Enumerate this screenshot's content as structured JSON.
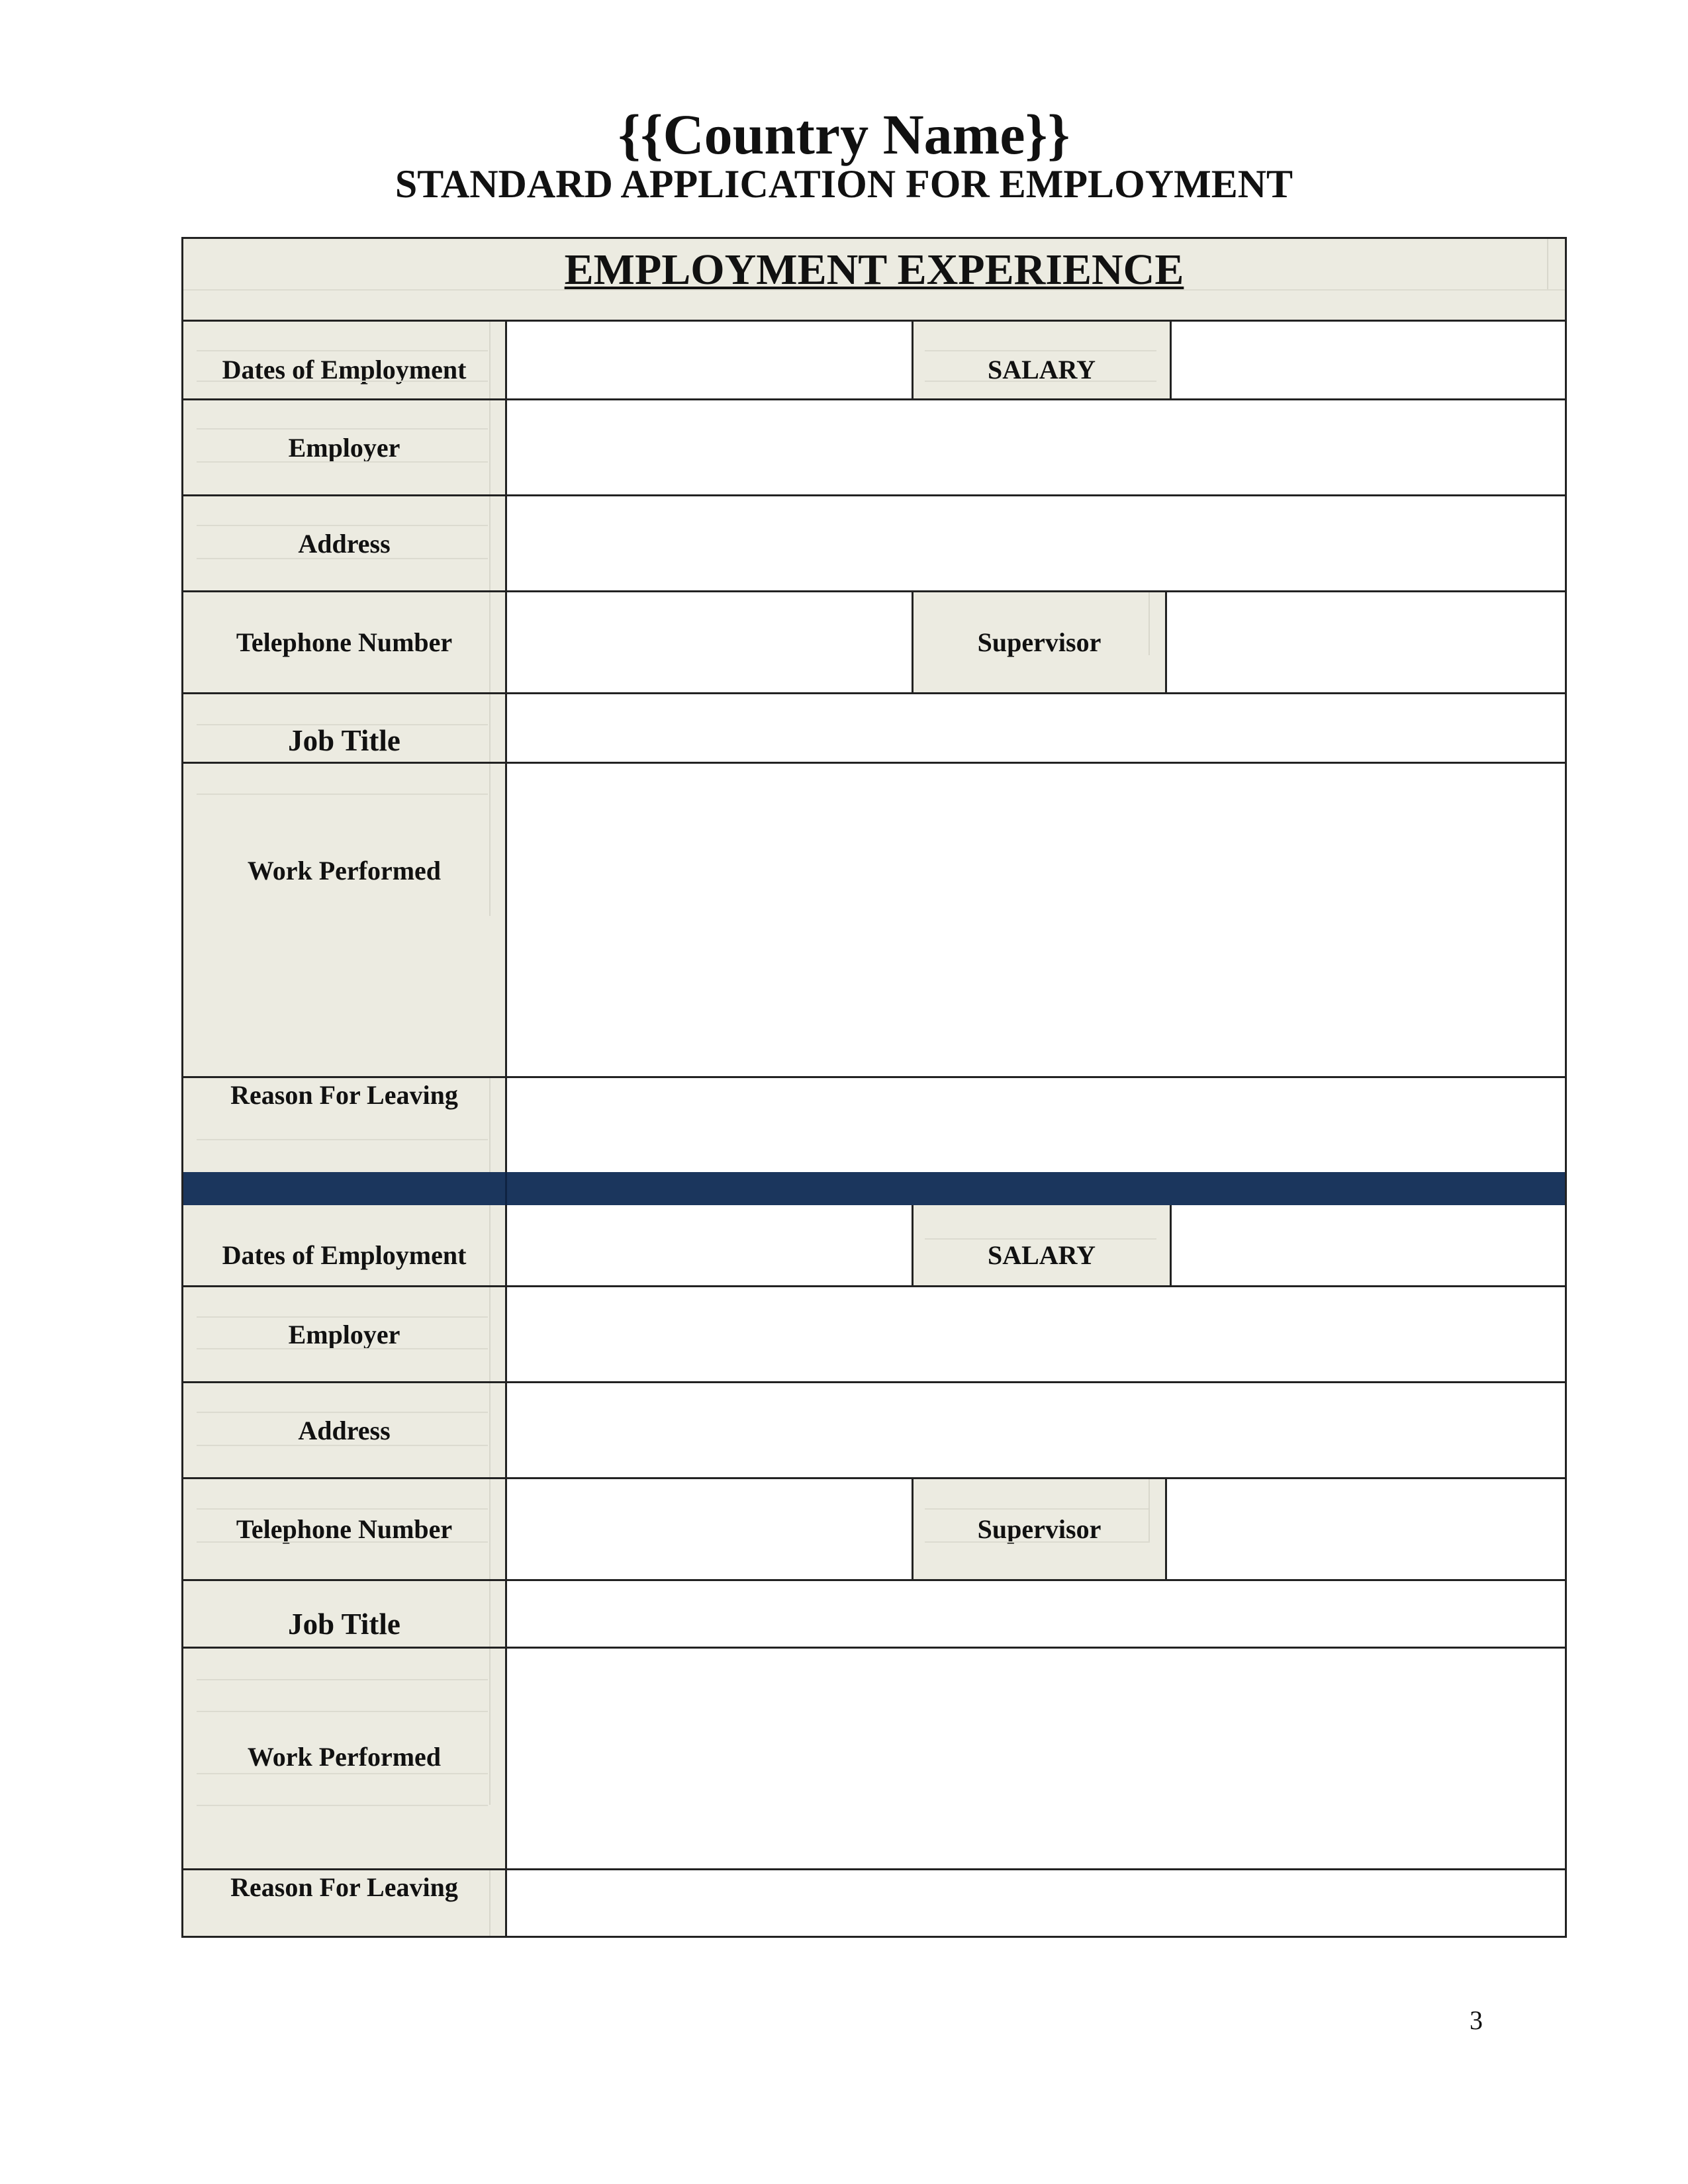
{
  "document": {
    "title": "{{Country Name}}",
    "subtitle": "STANDARD APPLICATION FOR EMPLOYMENT",
    "page_number": "3"
  },
  "section": {
    "heading": "EMPLOYMENT EXPERIENCE"
  },
  "entries": [
    {
      "dates_label": "Dates of Employment",
      "salary_label": "SALARY",
      "employer_label": "Employer",
      "address_label": "Address",
      "telephone_label": "Telephone Number",
      "supervisor_label": "Supervisor",
      "job_title_label": "Job Title",
      "work_performed_label": "Work Performed",
      "reason_label": "Reason For Leaving"
    },
    {
      "dates_label": "Dates of Employment",
      "salary_label": "SALARY",
      "employer_label": "Employer",
      "address_label": "Address",
      "telephone_label": "Telephone Number",
      "supervisor_label": "Supervisor",
      "job_title_label": "Job Title",
      "work_performed_label": "Work Performed",
      "reason_label": "Reason For Leaving"
    }
  ]
}
